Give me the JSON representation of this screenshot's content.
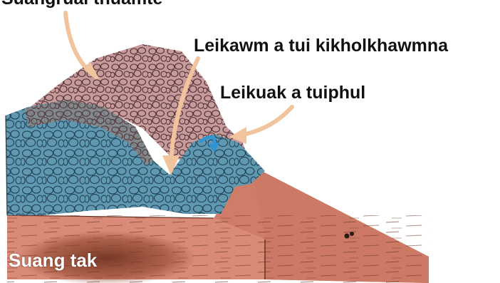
{
  "labels": {
    "top_partial": "Suangrual thuamte",
    "pond": "Leikawm a tui kikholkhawmna",
    "spring": "Leikuak a tuiphul",
    "bedrock": "Suang tak"
  },
  "colors": {
    "pebble_layer": "#c89a9a",
    "water_saturated": "#5b94ad",
    "bedrock": "#d0826f",
    "arrow": "#f2c49e",
    "water_arrow": "#2f96d6",
    "text": "#111111"
  }
}
